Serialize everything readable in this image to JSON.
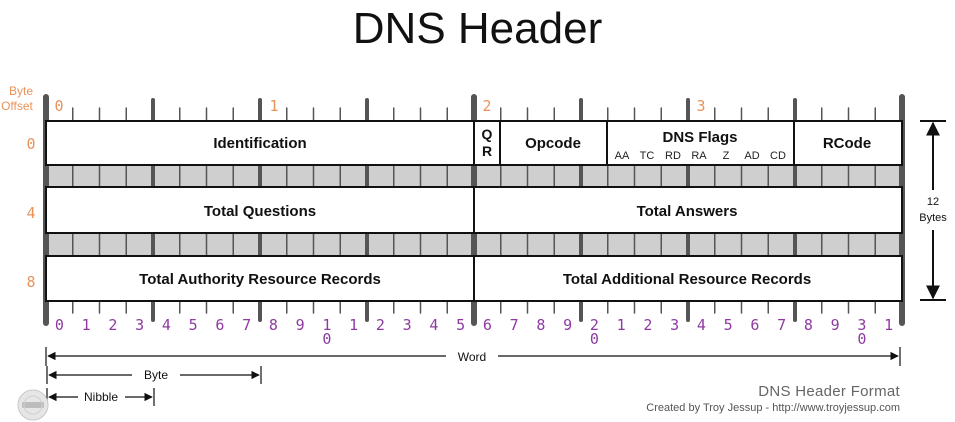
{
  "title": "DNS Header",
  "byte_offset_label": [
    "Byte",
    "Offset"
  ],
  "byte_markers": [
    "0",
    "1",
    "2",
    "3"
  ],
  "row_offsets": [
    "0",
    "4",
    "8"
  ],
  "fields": {
    "identification": "Identification",
    "qr": [
      "Q",
      "R"
    ],
    "opcode": "Opcode",
    "dns_flags": "DNS Flags",
    "flag_bits": [
      "AA",
      "TC",
      "RD",
      "RA",
      "Z",
      "AD",
      "CD"
    ],
    "rcode": "RCode",
    "total_questions": "Total Questions",
    "total_answers": "Total Answers",
    "total_authority": "Total Authority Resource Records",
    "total_additional": "Total Additional Resource Records"
  },
  "bit_numbers": [
    "0",
    "1",
    "2",
    "3",
    "4",
    "5",
    "6",
    "7",
    "8",
    "9",
    "10",
    "1",
    "2",
    "3",
    "4",
    "5",
    "6",
    "7",
    "8",
    "9",
    "20",
    "1",
    "2",
    "3",
    "4",
    "5",
    "6",
    "7",
    "8",
    "9",
    "30",
    "1"
  ],
  "size_label": [
    "12",
    "Bytes"
  ],
  "legend": {
    "word": "Word",
    "byte": "Byte",
    "nibble": "Nibble"
  },
  "credit": {
    "format": "DNS Header Format",
    "by": "Created by Troy Jessup - http://www.troyjessup.com"
  },
  "colors": {
    "orange": "#e8935a",
    "purple": "#8e3aa0",
    "ruler": "#555555"
  }
}
